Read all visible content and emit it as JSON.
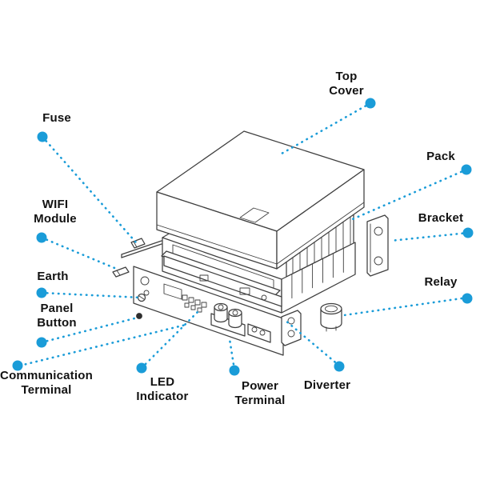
{
  "figure": {
    "kind": "exploded-parts-diagram"
  },
  "labels": {
    "top_cover": "Top\nCover",
    "fuse": "Fuse",
    "pack": "Pack",
    "wifi_module": "WIFI\nModule",
    "bracket": "Bracket",
    "earth": "Earth",
    "relay": "Relay",
    "panel_button": "Panel\nButton",
    "communication_terminal": "Communication\nTerminal",
    "led_indicator": "LED\nIndicator",
    "power_terminal": "Power\nTerminal",
    "diverter": "Diverter"
  },
  "colors": {
    "accent": "#1a9cd8",
    "line": "#3f3f3f",
    "text": "#121212",
    "background": "#ffffff"
  }
}
